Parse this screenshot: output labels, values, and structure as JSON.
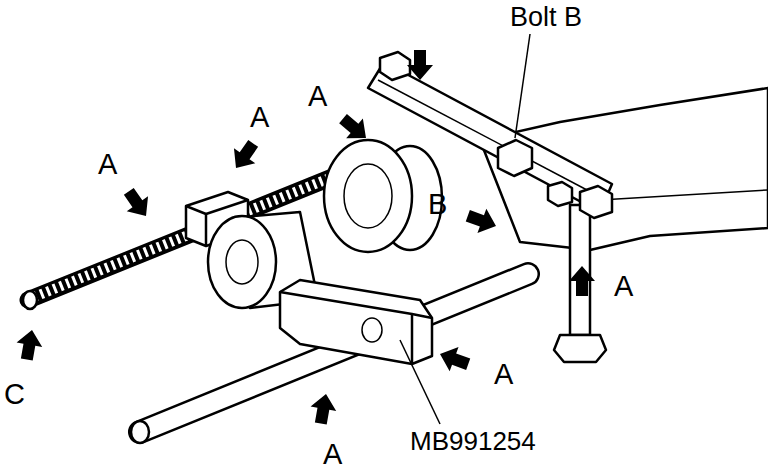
{
  "diagram": {
    "labels": [
      "Bolt B",
      "A",
      "A",
      "A",
      "B",
      "A",
      "A",
      "C",
      "MB991254",
      "A"
    ]
  }
}
